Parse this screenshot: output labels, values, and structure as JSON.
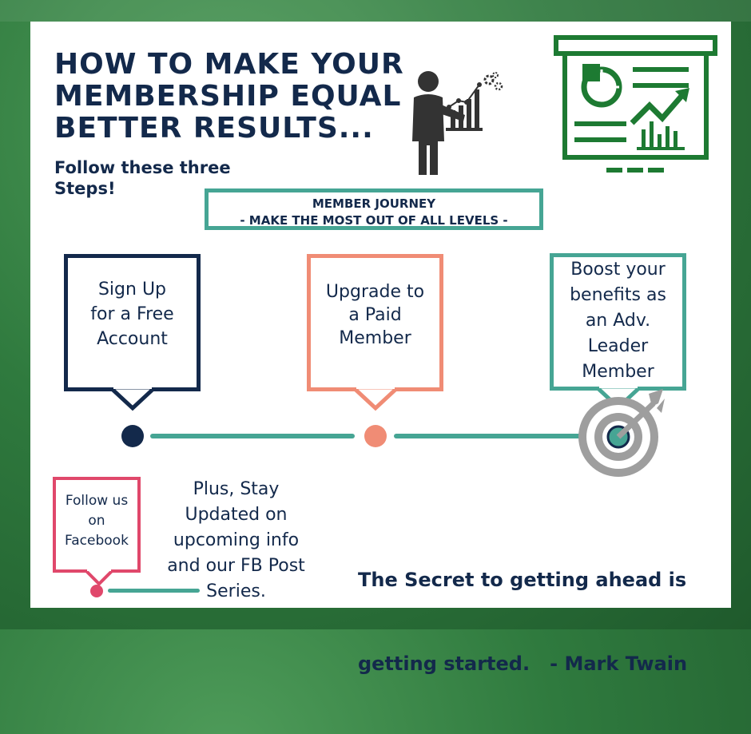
{
  "header": {
    "title_lines": [
      "HOW TO MAKE YOUR",
      "MEMBERSHIP EQUAL",
      "BETTER RESULTS..."
    ],
    "subtitle_lines": [
      "Follow these three",
      "Steps!"
    ]
  },
  "journey": {
    "line1": "MEMBER JOURNEY",
    "line2": "- MAKE THE MOST OUT OF ALL LEVELS -"
  },
  "steps": [
    {
      "lines": [
        "Sign Up",
        "for a Free",
        "Account"
      ],
      "color": "#13294b"
    },
    {
      "lines": [
        "Upgrade to",
        "a Paid",
        "Member"
      ],
      "color": "#f08c75"
    },
    {
      "lines": [
        "Boost your",
        "benefits as",
        "an Adv.",
        "Leader",
        "Member"
      ],
      "color": "#46a594"
    }
  ],
  "facebook": {
    "lines": [
      "Follow us",
      "on",
      "Facebook"
    ],
    "color": "#e0486b"
  },
  "plus": {
    "lines": [
      "Plus, Stay",
      "Updated on",
      "upcoming info",
      "and our FB Post",
      "Series."
    ]
  },
  "quote": {
    "line1": "The Secret to getting ahead is",
    "line2": "getting started.   - Mark Twain"
  },
  "colors": {
    "navy": "#13294b",
    "salmon": "#f08c75",
    "teal": "#46a594",
    "pink": "#e0486b",
    "green": "#1d7a32",
    "gray": "#333333"
  },
  "icons": [
    "presenter-icon",
    "presentation-board-icon",
    "target-icon"
  ]
}
